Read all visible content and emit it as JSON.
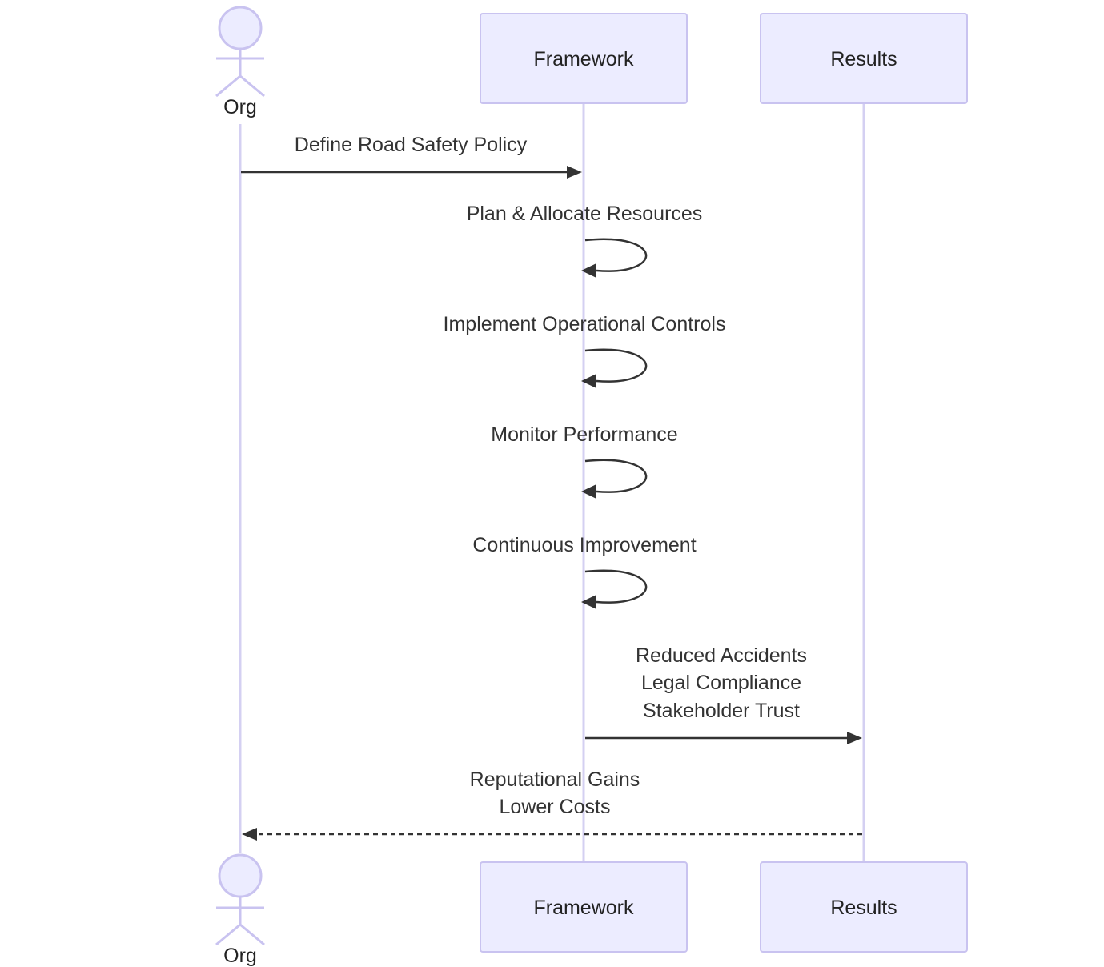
{
  "participants": {
    "org": "Org",
    "framework": "Framework",
    "results": "Results"
  },
  "messages": {
    "m1": "Define Road Safety Policy",
    "m2": "Plan & Allocate Resources",
    "m3": "Implement Operational Controls",
    "m4": "Monitor Performance",
    "m5": "Continuous Improvement",
    "m6": [
      "Reduced Accidents",
      "Legal Compliance",
      "Stakeholder Trust"
    ],
    "m7": [
      "Reputational Gains",
      "Lower Costs"
    ]
  },
  "colors": {
    "participant_fill": "#ececff",
    "participant_border": "#c9c3f0",
    "lifeline": "#d4d0f2",
    "message": "#333333"
  }
}
